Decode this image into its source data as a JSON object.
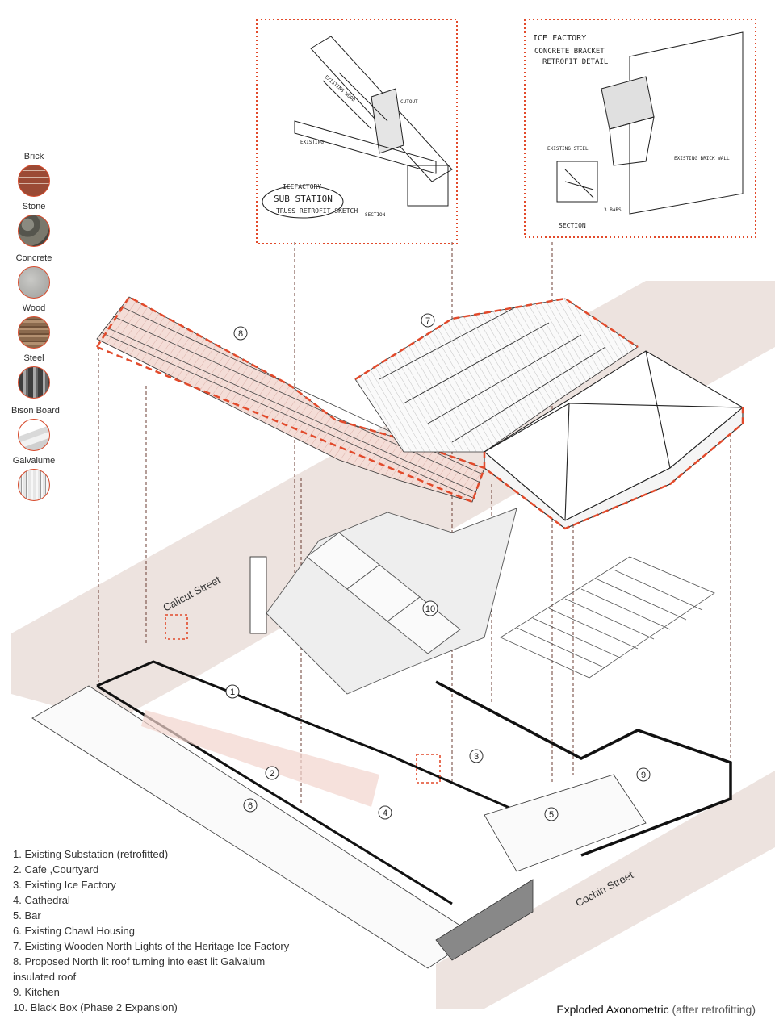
{
  "legend": {
    "materials": [
      {
        "label": "Brick",
        "icon": "brick-texture"
      },
      {
        "label": "Stone",
        "icon": "stone-texture"
      },
      {
        "label": "Concrete",
        "icon": "concrete-texture"
      },
      {
        "label": "Wood",
        "icon": "wood-texture"
      },
      {
        "label": "Steel",
        "icon": "steel-sections"
      },
      {
        "label": "Bison Board",
        "icon": "board-stack"
      },
      {
        "label": "Galvalume",
        "icon": "corrugated-sheet"
      }
    ]
  },
  "sketches": {
    "left": {
      "tag_line1": "ICEFACTORY",
      "title": "SUB STATION",
      "subtitle": "TRUSS RETROFIT SKETCH",
      "notes": [
        "EXISTING WOOD",
        "EXISTING",
        "CUTOUT",
        "SECTION"
      ]
    },
    "right": {
      "title": "ICE FACTORY",
      "subtitle_line1": "CONCRETE BRACKET",
      "subtitle_line2": "RETROFIT DETAIL",
      "section_label": "SECTION",
      "notes": [
        "EXISTING BRICK WALL",
        "EXISTING STEEL",
        "3 BARS"
      ]
    }
  },
  "streets": {
    "calicut": "Calicut Street",
    "cochin": "Cochin Street"
  },
  "zone_markers": [
    "1",
    "2",
    "3",
    "4",
    "5",
    "6",
    "7",
    "8",
    "9",
    "10"
  ],
  "key": [
    "1. Existing Substation (retrofitted)",
    "2. Cafe ,Courtyard",
    "3. Existing Ice Factory",
    "4. Cathedral",
    "5. Bar",
    "6. Existing Chawl Housing",
    "7. Existing Wooden North Lights of the Heritage Ice Factory",
    "8. Proposed North lit roof turning into east lit  Galvalum",
    "insulated roof",
    "9. Kitchen",
    "10. Black Box (Phase 2 Expansion)"
  ],
  "caption": {
    "main": "Exploded Axonometric",
    "sub": "(after retrofitting)"
  },
  "colors": {
    "accent_dashed": "#e24a2b",
    "street_fill": "#ede3df",
    "roof_tint": "#f2d4cd",
    "line": "#2b2b2b"
  }
}
